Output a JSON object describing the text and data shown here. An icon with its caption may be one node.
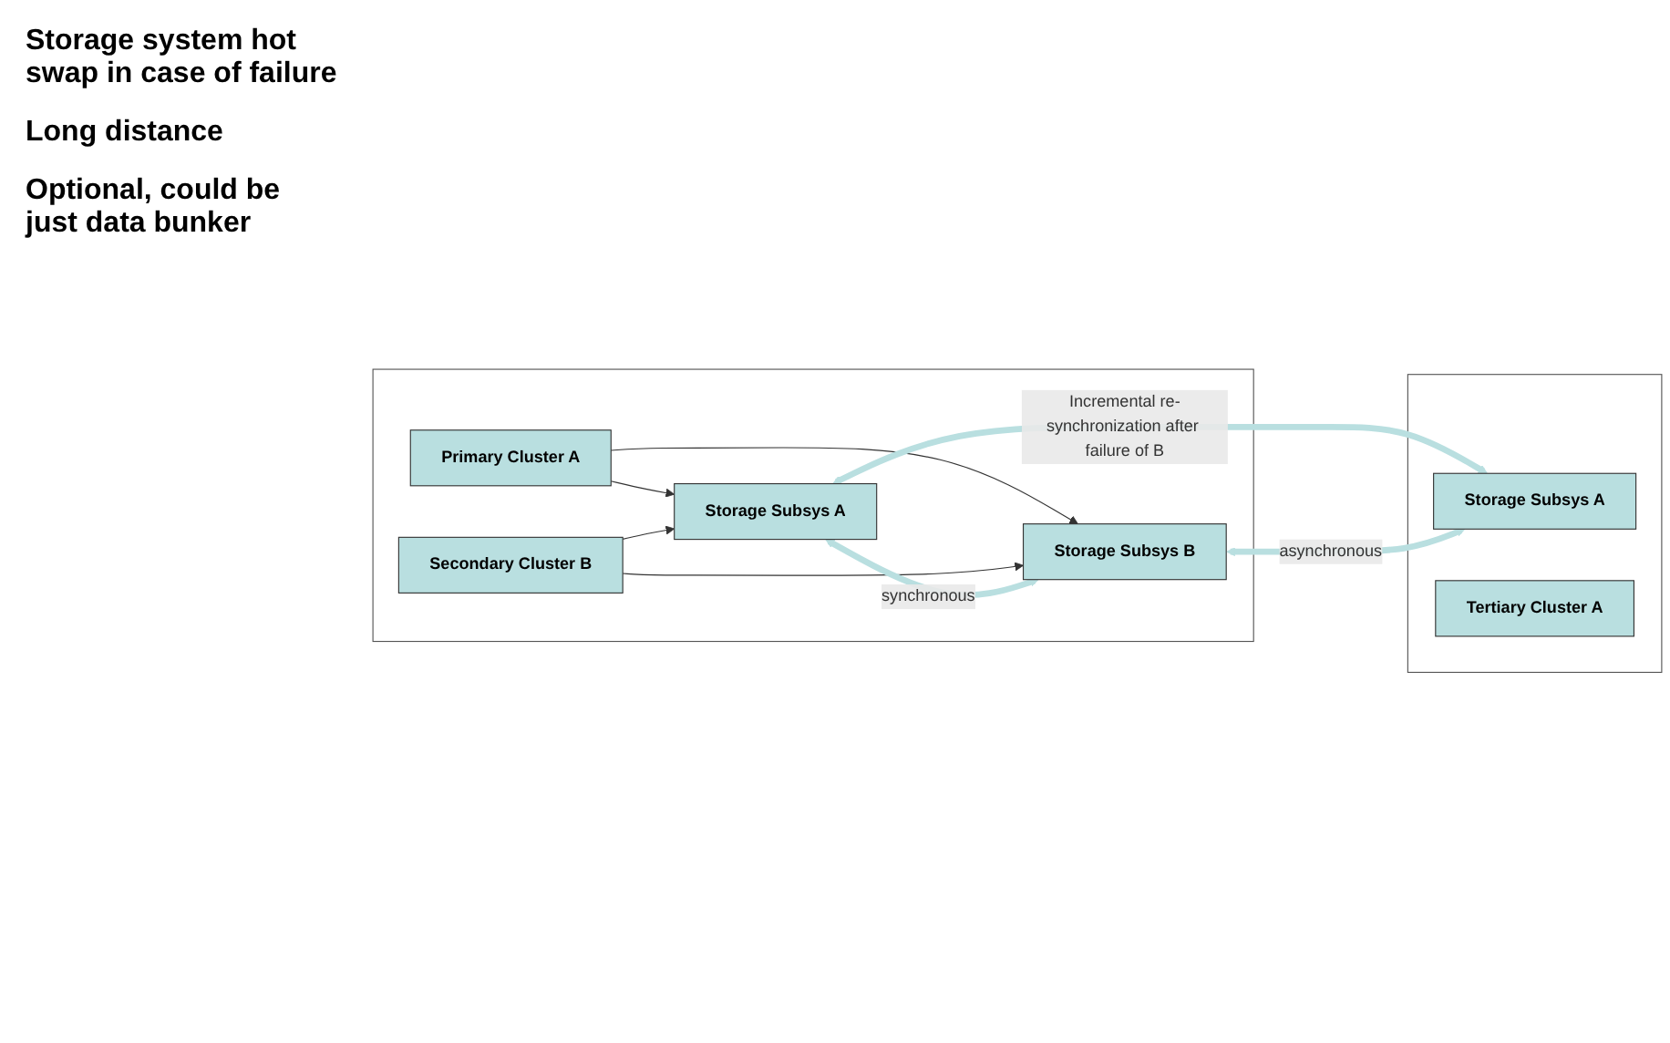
{
  "diagram": {
    "nodes": [
      {
        "text": [],
        "shape": "box"
      },
      {
        "text": [
          "Primary Cluster A"
        ],
        "in": 0
      },
      {
        "text": [
          "Storage Subsys A"
        ],
        "in": 0
      },
      {
        "text": [
          "Secondary Cluster B"
        ],
        "in": 0
      },
      {
        "text": [
          "Storage Subsys B"
        ],
        "in": 0
      },
      {
        "text": [],
        "shape": "box"
      },
      {
        "text": [
          "Storage Subsys A"
        ],
        "in": 5
      },
      {
        "text": [
          "Tertiary Cluster A"
        ],
        "in": 5
      }
    ],
    "edges": [
      {
        "from": 1,
        "to": 2,
        "arrow": "to"
      },
      {
        "from": 1,
        "to": 4,
        "arrow": "to"
      },
      {
        "from": 3,
        "to": 2,
        "arrow": "to"
      },
      {
        "from": 3,
        "to": 4,
        "arrow": "to"
      },
      {
        "from": 2,
        "to": 4,
        "arrow": "both",
        "label": "synchronous",
        "style": "thick",
        "color": "#b9dfe0"
      },
      {
        "from": 2,
        "to": 6,
        "arrow": "both",
        "label": "Incremental re-synchronization after failure of B",
        "style": "thick",
        "color": "#b9dfe0"
      },
      {
        "from": 4,
        "to": 6,
        "arrow": "both",
        "label": "asynchronous",
        "style": "thick",
        "color": "#b9dfe0"
      }
    ],
    "labels": [
      "Storage system hot swap in case of failure",
      "Long distance",
      "Optional, could be just data bunker"
    ]
  }
}
